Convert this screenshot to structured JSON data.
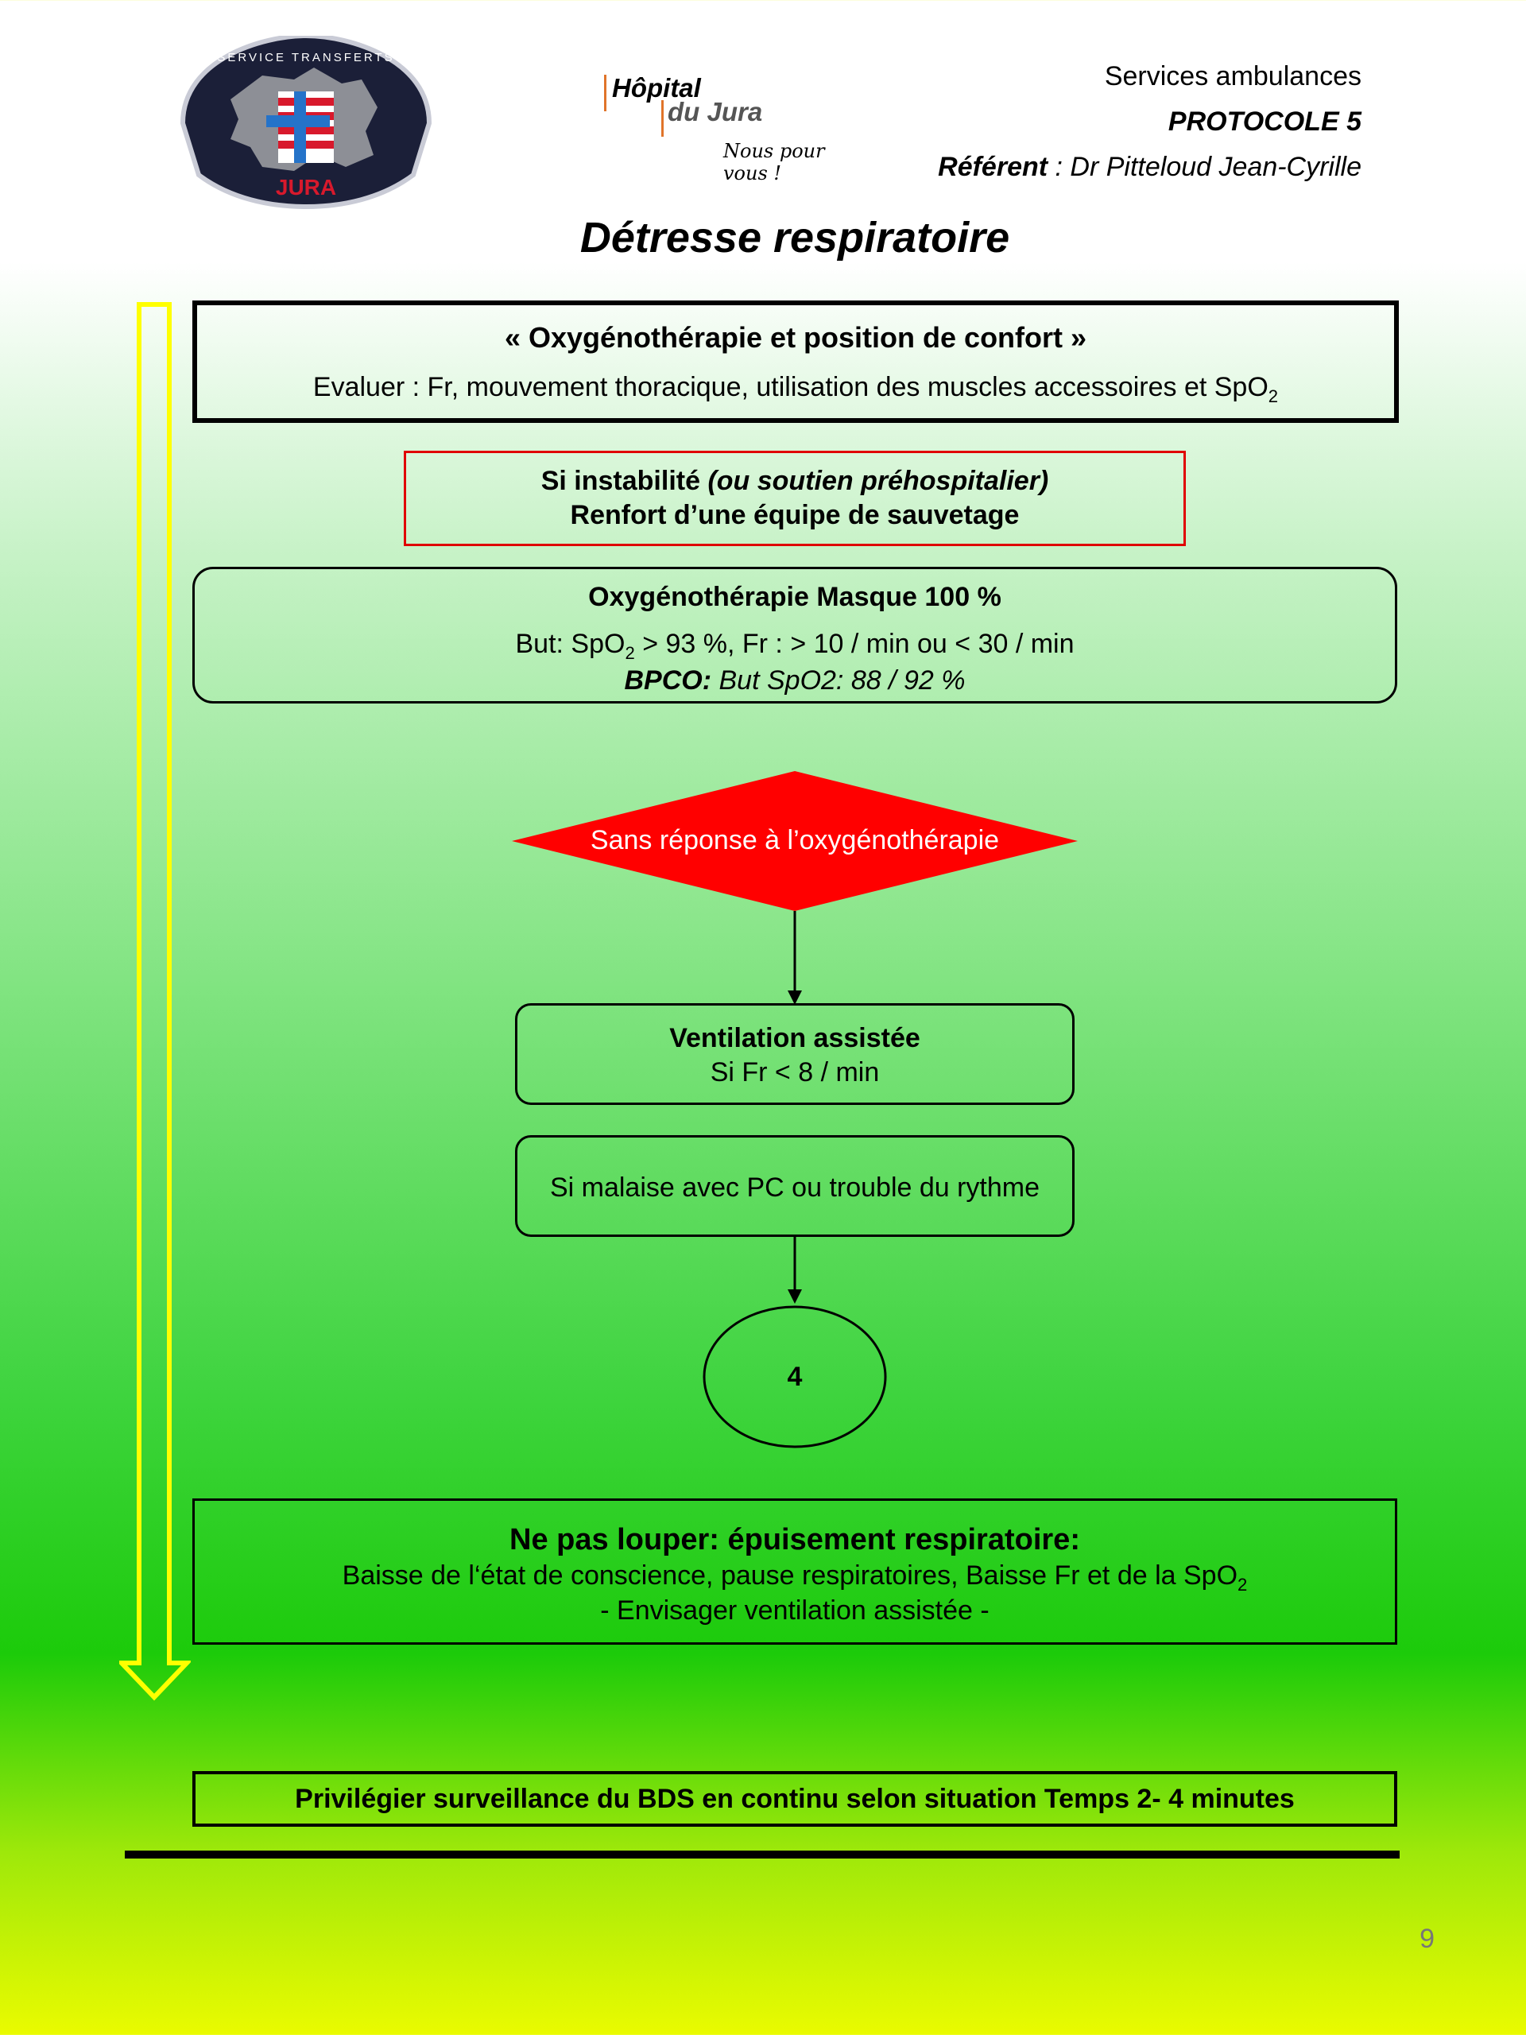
{
  "header": {
    "logo_left": {
      "top_text": "SERVICE TRANSFERTS",
      "bottom_text": "JURA"
    },
    "logo_center": {
      "line1": "Hôpital",
      "line2": "du Jura",
      "tagline": "Nous pour vous !"
    },
    "services": "Services ambulances",
    "protocol": "PROTOCOLE  5",
    "referent_label": "Référent",
    "referent_value": " : Dr Pitteloud Jean-Cyrille"
  },
  "title": "Détresse respiratoire",
  "box1": {
    "heading": "« Oxygénothérapie et position de confort »",
    "text": "Evaluer : Fr, mouvement thoracique, utilisation des muscles accessoires et SpO",
    "text_sub": "2"
  },
  "box2": {
    "line1_bold": "Si instabilité ",
    "line1_italic": "(ou soutien préhospitalier)",
    "line2": "Renfort d’une équipe de sauvetage"
  },
  "box3": {
    "heading": "Oxygénothérapie Masque 100 %",
    "line1_a": "But: SpO",
    "line1_sub": "2",
    "line1_b": " > 93 %, Fr : > 10 / min ou < 30 / min",
    "line2_bold": "BPCO:",
    "line2_rest": " But SpO2: 88 / 92 %"
  },
  "diamond": {
    "text": "Sans réponse à l’oxygénothérapie"
  },
  "box4": {
    "heading": "Ventilation assistée",
    "text": "Si Fr < 8 / min"
  },
  "box5": {
    "text": "Si malaise avec PC ou trouble du rythme"
  },
  "circle": {
    "text": "4"
  },
  "box6": {
    "heading": "Ne pas louper: épuisement respiratoire:",
    "line1": "Baisse de l‘état de conscience, pause respiratoires, Baisse Fr et de la SpO",
    "line1_sub": "2",
    "line2": "- Envisager ventilation assistée -"
  },
  "box7": {
    "text": "Privilégier  surveillance du BDS en continu selon situation Temps  2- 4 minutes"
  },
  "page_number": "9",
  "colors": {
    "diamond": "#ff0000",
    "arrow_yellow": "#ffff00",
    "instability_border": "#e00000"
  }
}
